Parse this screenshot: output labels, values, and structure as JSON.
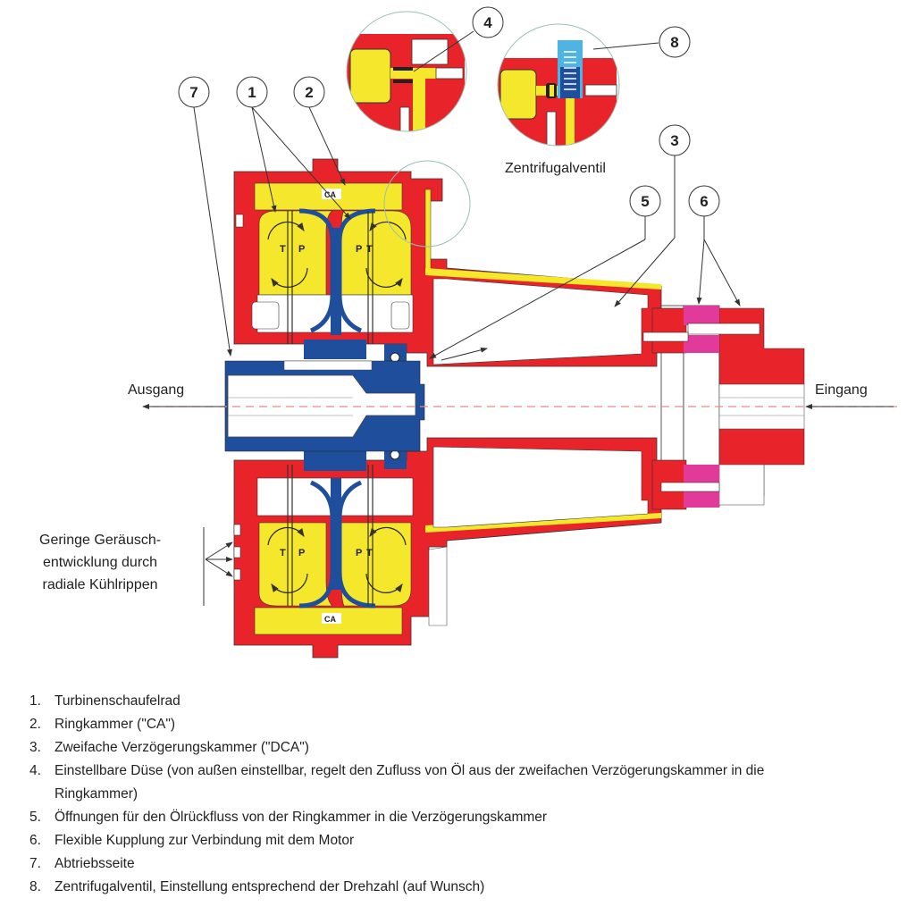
{
  "colors": {
    "housing": "#e8242a",
    "oil": "#f5e72b",
    "shaft": "#1f4e9c",
    "coupling": "#e23a9a",
    "valve": "#4fb3e3",
    "centerline": "#e88a8a",
    "line": "#333333"
  },
  "labels": {
    "output": "Ausgang",
    "input": "Eingang",
    "centrifugal_valve": "Zentrifugalventil",
    "ca_top": "CA",
    "ca_bottom": "CA",
    "rotor_tl": "T",
    "rotor_pl": "P",
    "rotor_pr": "P",
    "rotor_tr": "T",
    "rotor_tl2": "T",
    "rotor_pl2": "P",
    "rotor_pr2": "P",
    "rotor_tr2": "T"
  },
  "callouts": [
    {
      "id": "4",
      "label": "4"
    },
    {
      "id": "8",
      "label": "8"
    },
    {
      "id": "7",
      "label": "7"
    },
    {
      "id": "1",
      "label": "1"
    },
    {
      "id": "2",
      "label": "2"
    },
    {
      "id": "3",
      "label": "3"
    },
    {
      "id": "5",
      "label": "5"
    },
    {
      "id": "6",
      "label": "6"
    }
  ],
  "side_note": {
    "line1": "Geringe Geräusch-",
    "line2": "entwicklung durch",
    "line3": "radiale Kühlrippen"
  },
  "legend": [
    {
      "num": "1.",
      "text": "Turbinenschaufelrad"
    },
    {
      "num": "2.",
      "text": "Ringkammer (\"CA\")"
    },
    {
      "num": "3.",
      "text": "Zweifache Verzögerungskammer (\"DCA\")"
    },
    {
      "num": "4.",
      "text": "Einstellbare Düse (von außen einstellbar, regelt den Zufluss von Öl aus der zweifachen Verzögerungskammer in die Ringkammer)"
    },
    {
      "num": "5.",
      "text": "Öffnungen für den Ölrückfluss von der Ringkammer in die Verzögerungskammer"
    },
    {
      "num": "6.",
      "text": "Flexible Kupplung zur Verbindung mit dem Motor"
    },
    {
      "num": "7.",
      "text": "Abtriebsseite"
    },
    {
      "num": "8.",
      "text": "Zentrifugalventil, Einstellung entsprechend der Drehzahl (auf Wunsch)"
    }
  ]
}
